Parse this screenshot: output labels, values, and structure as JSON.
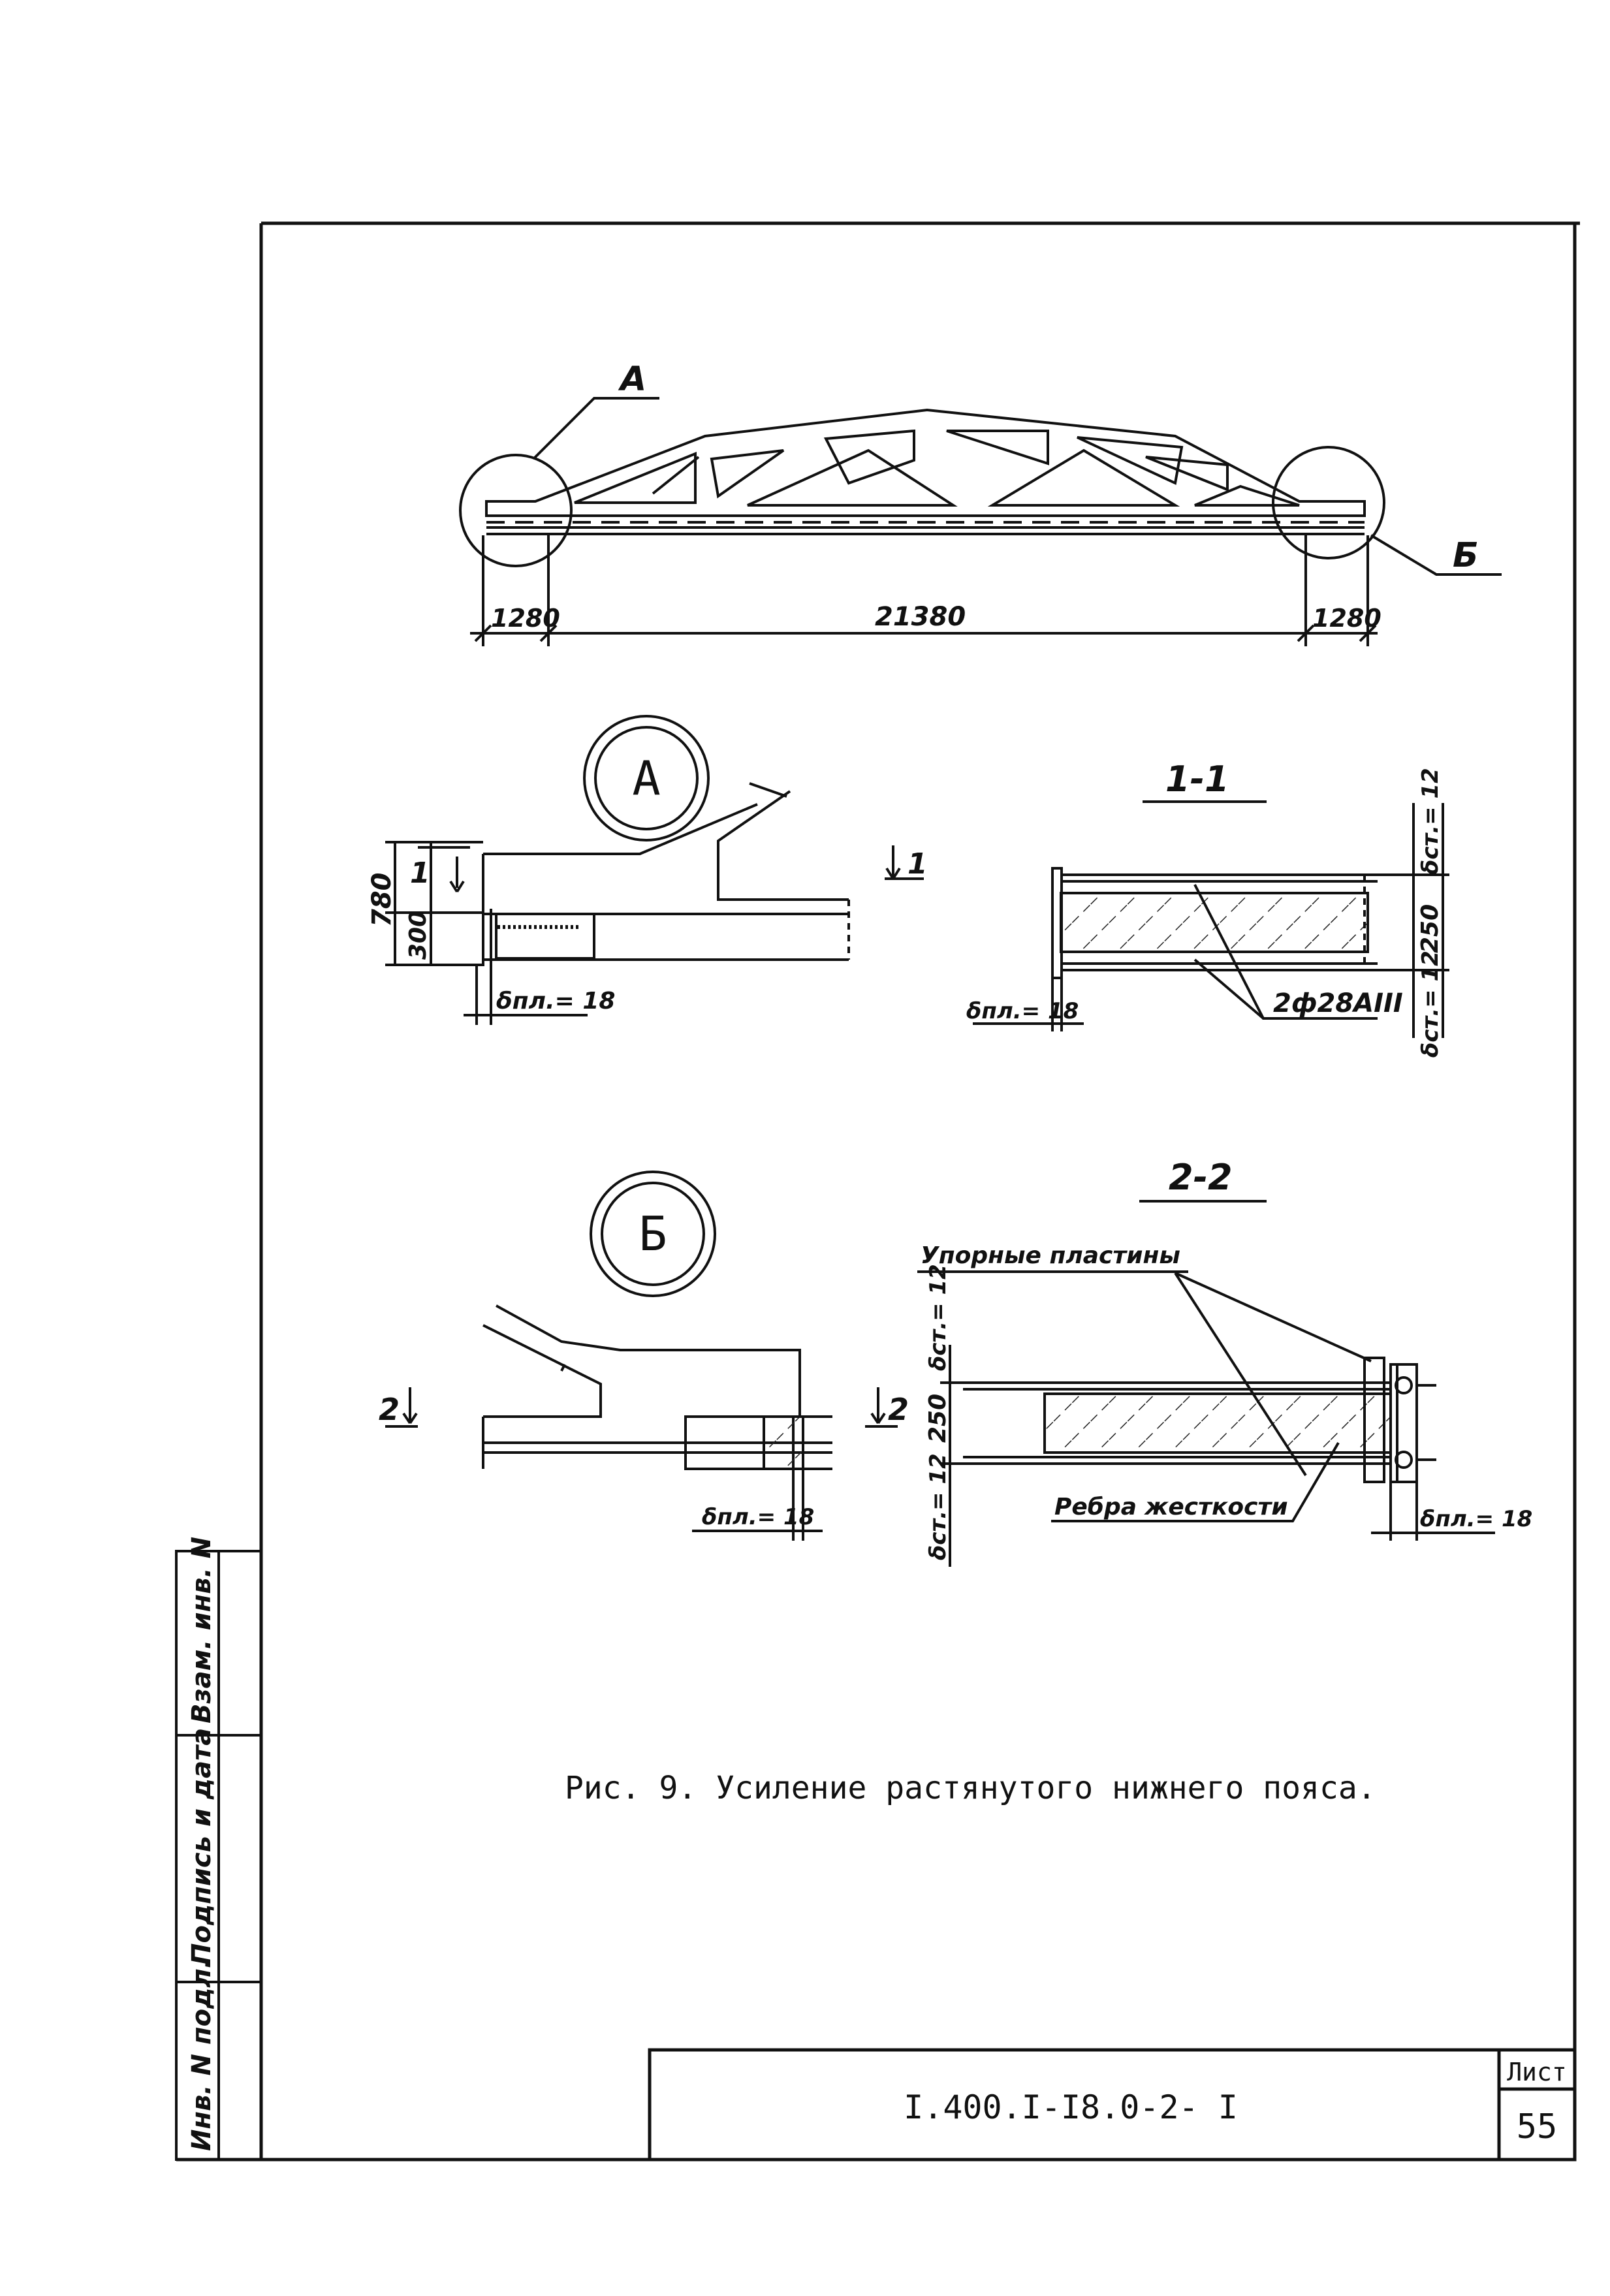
{
  "truss": {
    "callout_a": "А",
    "callout_b": "Б",
    "dim_left": "1280",
    "dim_mid": "21380",
    "dim_right": "1280"
  },
  "node_a": {
    "circle_label": "А",
    "dim_780": "780",
    "dim_300": "300",
    "cut_left": "1",
    "cut_right": "1",
    "plate_thickness": "δпл.= 18"
  },
  "section_1_1": {
    "title": "1-1",
    "rebar_label": "2ф28АIII",
    "plate_thickness": "δпл.= 18",
    "dim_250": "250",
    "top_thickness": "δст.= 12",
    "bottom_thickness": "δст.= 12"
  },
  "node_b": {
    "circle_label": "Б",
    "cut_left": "2",
    "cut_right": "2",
    "plate_thickness": "δпл.= 18"
  },
  "section_2_2": {
    "title": "2-2",
    "stop_plates_label": "Упорные пластины",
    "ribs_label": "Ребра жесткости",
    "dim_250": "250",
    "top_thickness": "δст.= 12",
    "bottom_thickness": "δст.= 12",
    "plate_thickness": "δпл.= 18"
  },
  "caption": "Рис. 9. Усиление растянутого нижнего пояса.",
  "side_stamp": {
    "inv_orig": "Инв. N подл.",
    "sign_date": "Подпись и дата",
    "replace_inv": "Взам. инв. N"
  },
  "title_block": {
    "code": "I.400.I-I8.0-2- I",
    "sheet_label": "Лист",
    "sheet_number": "55"
  }
}
